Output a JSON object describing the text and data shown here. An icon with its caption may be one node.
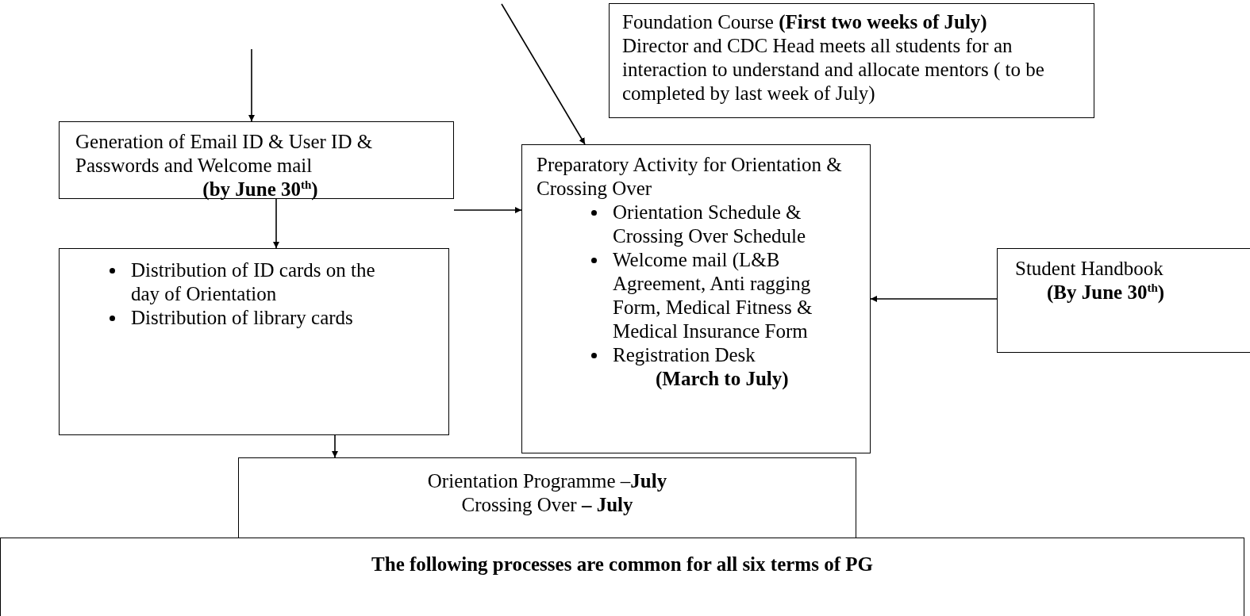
{
  "diagram": {
    "nodes": [
      {
        "text": [
          "Generation of Email ID & User ID & Passwords and Welcome mail",
          "(by June 30$^{th}$)"
        ]
      },
      {
        "text": [
          "Foundation Course **(First two weeks of July)**",
          "Director and CDC Head meets all students for an interaction to understand and allocate mentors ( to be completed by last week of July)"
        ]
      },
      {
        "text": [
          "Preparatory Activity for Orientation & Crossing Over",
          "Orientation Schedule & Crossing Over Schedule",
          "Welcome mail (L&B Agreement, Anti ragging Form, Medical Fitness & Medical Insurance Form",
          "Registration Desk",
          "(March to July)"
        ]
      },
      {
        "text": [
          "Student Handbook",
          "(By June 30$^{th}$)"
        ]
      },
      {
        "text": [
          "Distribution of ID cards on the day of Orientation",
          "Distribution of library cards"
        ]
      },
      {
        "text": [
          "Orientation Programme –**July**",
          "Crossing Over **–  July**"
        ]
      },
      {
        "text": [
          "The following processes are common for all six terms of PG"
        ]
      }
    ],
    "edges": [
      {
        "from": null,
        "to": 0,
        "arrow": "to"
      },
      {
        "from": null,
        "to": 2,
        "arrow": "to"
      },
      {
        "from": 0,
        "to": 2,
        "arrow": "to"
      },
      {
        "from": 0,
        "to": 4,
        "arrow": "to"
      },
      {
        "from": 3,
        "to": 2,
        "arrow": "to"
      },
      {
        "from": 4,
        "to": 5,
        "arrow": "to"
      }
    ]
  }
}
